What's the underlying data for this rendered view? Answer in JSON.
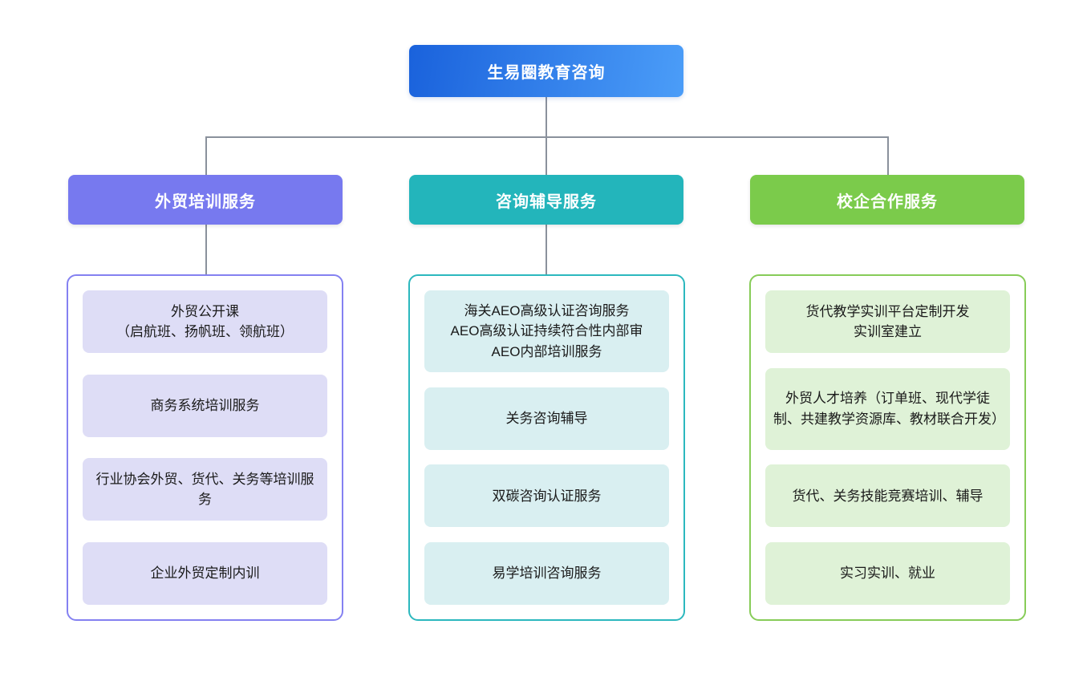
{
  "palette": {
    "root_gradient_start": "#1a62dc",
    "root_gradient_end": "#4b9df8",
    "branch1_color": "#7779ef",
    "branch2_color": "#23b5bb",
    "branch3_color": "#7bcb4b",
    "branch1_item_bg": "#deddf6",
    "branch2_item_bg": "#d9eff1",
    "branch3_item_bg": "#dff2d7",
    "connector_color": "#8a919c"
  },
  "root": {
    "label": "生易圈教育咨询"
  },
  "columns": [
    {
      "header": "外贸培训服务",
      "items": [
        {
          "text": "外贸公开课\n（启航班、扬帆班、领航班）"
        },
        {
          "text": "商务系统培训服务"
        },
        {
          "text": "行业协会外贸、货代、关务等培训服务"
        },
        {
          "text": "企业外贸定制内训"
        }
      ]
    },
    {
      "header": "咨询辅导服务",
      "items": [
        {
          "text": "海关AEO高级认证咨询服务\nAEO高级认证持续符合性内部审\nAEO内部培训服务"
        },
        {
          "text": "关务咨询辅导"
        },
        {
          "text": "双碳咨询认证服务"
        },
        {
          "text": "易学培训咨询服务"
        }
      ]
    },
    {
      "header": "校企合作服务",
      "items": [
        {
          "text": "货代教学实训平台定制开发\n实训室建立"
        },
        {
          "text": "外贸人才培养（订单班、现代学徒制、共建教学资源库、教材联合开发）"
        },
        {
          "text": "货代、关务技能竞赛培训、辅导"
        },
        {
          "text": "实习实训、就业"
        }
      ]
    }
  ]
}
